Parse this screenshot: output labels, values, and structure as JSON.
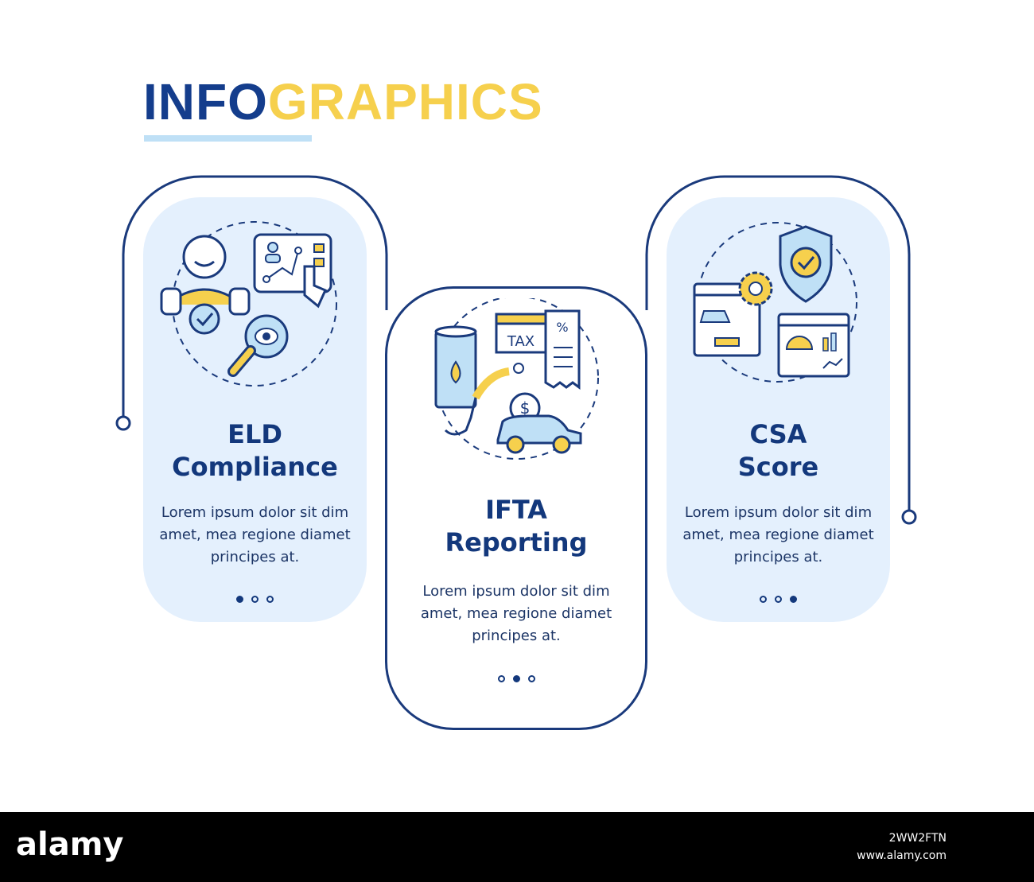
{
  "title": {
    "part1": "INFO",
    "part2": "GRAPHICS"
  },
  "cards": [
    {
      "title_line1": "ELD",
      "title_line2": "Compliance",
      "body": "Lorem ipsum dolor sit dim amet, mea regione diamet principes at.",
      "active_dot": 1
    },
    {
      "title_line1": "IFTA",
      "title_line2": "Reporting",
      "body": "Lorem ipsum dolor sit dim amet, mea regione diamet principes at.",
      "active_dot": 2
    },
    {
      "title_line1": "CSA",
      "title_line2": "Score",
      "body": "Lorem ipsum dolor sit dim amet, mea regione diamet principes at.",
      "active_dot": 3
    }
  ],
  "icons": {
    "card1": [
      "driver-icon",
      "gps-tracking-screen-icon",
      "checkmark-icon",
      "magnifier-eye-icon"
    ],
    "card2": [
      "fuel-barrel-icon",
      "tax-calendar-icon",
      "receipt-percent-icon",
      "fuel-nozzle-icon",
      "car-icon",
      "dollar-coin-icon"
    ],
    "card3": [
      "security-shield-icon",
      "gear-icon",
      "car-profile-window-icon",
      "dashboard-window-icon"
    ]
  },
  "watermark": {
    "brand": "alamy",
    "code_line1": "2WW2FTN",
    "code_line2": "www.alamy.com"
  },
  "colors": {
    "navy": "#13387c",
    "yellow": "#f6d04d",
    "light_blue": "#e4f0fd",
    "accent_blue": "#bfe0f6"
  }
}
